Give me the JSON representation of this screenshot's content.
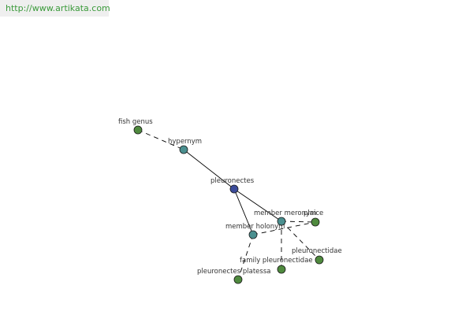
{
  "banner": {
    "url": "http://www.artikata.com"
  },
  "colors": {
    "center_node": "#3b4b9a",
    "relation_node": "#4a8f8f",
    "term_node": "#4f8a3e",
    "edge": "#000000"
  },
  "graph": {
    "nodes": [
      {
        "id": "fish-genus",
        "label": "fish genus",
        "kind": "term"
      },
      {
        "id": "hypernym",
        "label": "hypernym",
        "kind": "relation"
      },
      {
        "id": "pleuronectes",
        "label": "pleuronectes",
        "kind": "center"
      },
      {
        "id": "member-meronym",
        "label": "member meronym",
        "kind": "relation"
      },
      {
        "id": "plaice",
        "label": "plaice",
        "kind": "term"
      },
      {
        "id": "member-holonym",
        "label": "member holonym",
        "kind": "relation"
      },
      {
        "id": "pleuronectidae",
        "label": "pleuronectidae",
        "kind": "term"
      },
      {
        "id": "family-pleuronectidae",
        "label": "family pleuronectidae",
        "kind": "term"
      },
      {
        "id": "pleuronectes-platessa",
        "label": "pleuronectes platessa",
        "kind": "term"
      }
    ],
    "edges": [
      {
        "from": "fish-genus",
        "to": "hypernym",
        "style": "dashed"
      },
      {
        "from": "hypernym",
        "to": "pleuronectes",
        "style": "solid"
      },
      {
        "from": "pleuronectes",
        "to": "member-meronym",
        "style": "solid"
      },
      {
        "from": "pleuronectes",
        "to": "member-holonym",
        "style": "solid"
      },
      {
        "from": "member-meronym",
        "to": "plaice",
        "style": "dashed"
      },
      {
        "from": "member-meronym",
        "to": "pleuronectidae",
        "style": "dashed"
      },
      {
        "from": "member-meronym",
        "to": "family-pleuronectidae",
        "style": "dashed"
      },
      {
        "from": "member-holonym",
        "to": "plaice",
        "style": "dashed"
      },
      {
        "from": "member-holonym",
        "to": "pleuronectes-platessa",
        "style": "dashed"
      }
    ]
  }
}
